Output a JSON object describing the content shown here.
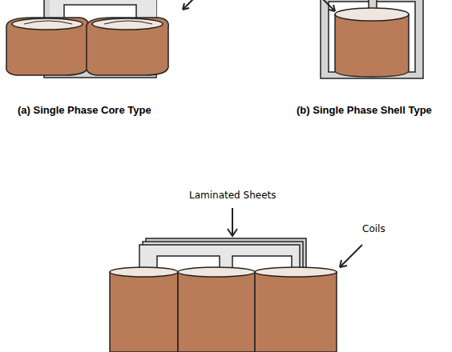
{
  "diagram": {
    "labels": [
      "(a) Single Phase Core Type",
      "(b) Single Phase Shell Type",
      "Laminated Sheets",
      "Coils"
    ]
  }
}
